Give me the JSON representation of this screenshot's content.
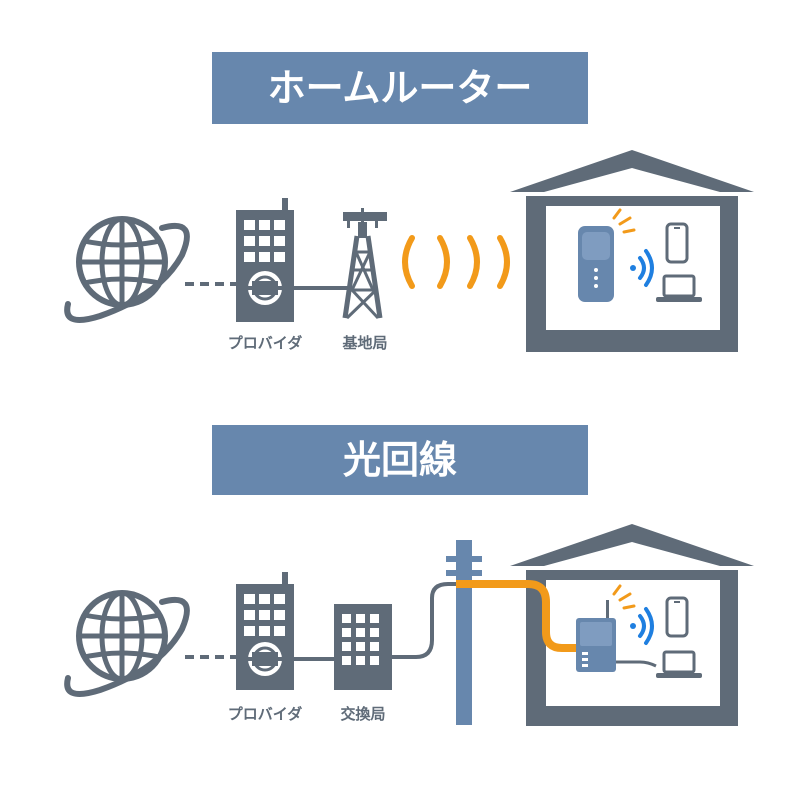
{
  "sections": [
    {
      "title": "ホームルーター",
      "nodes": [
        {
          "label": "プロバイダ",
          "icon": "provider-building-icon"
        },
        {
          "label": "基地局",
          "icon": "cell-tower-icon"
        }
      ]
    },
    {
      "title": "光回線",
      "nodes": [
        {
          "label": "プロバイダ",
          "icon": "provider-building-icon"
        },
        {
          "label": "交換局",
          "icon": "exchange-building-icon"
        }
      ]
    }
  ],
  "colors": {
    "banner": "#6787ad",
    "icon": "#5f6b78",
    "signal": "#f29a1a",
    "fiber": "#f29a1a",
    "wifi": "#1f7fe0",
    "pole": "#6787ad",
    "router": "#6787ad"
  }
}
